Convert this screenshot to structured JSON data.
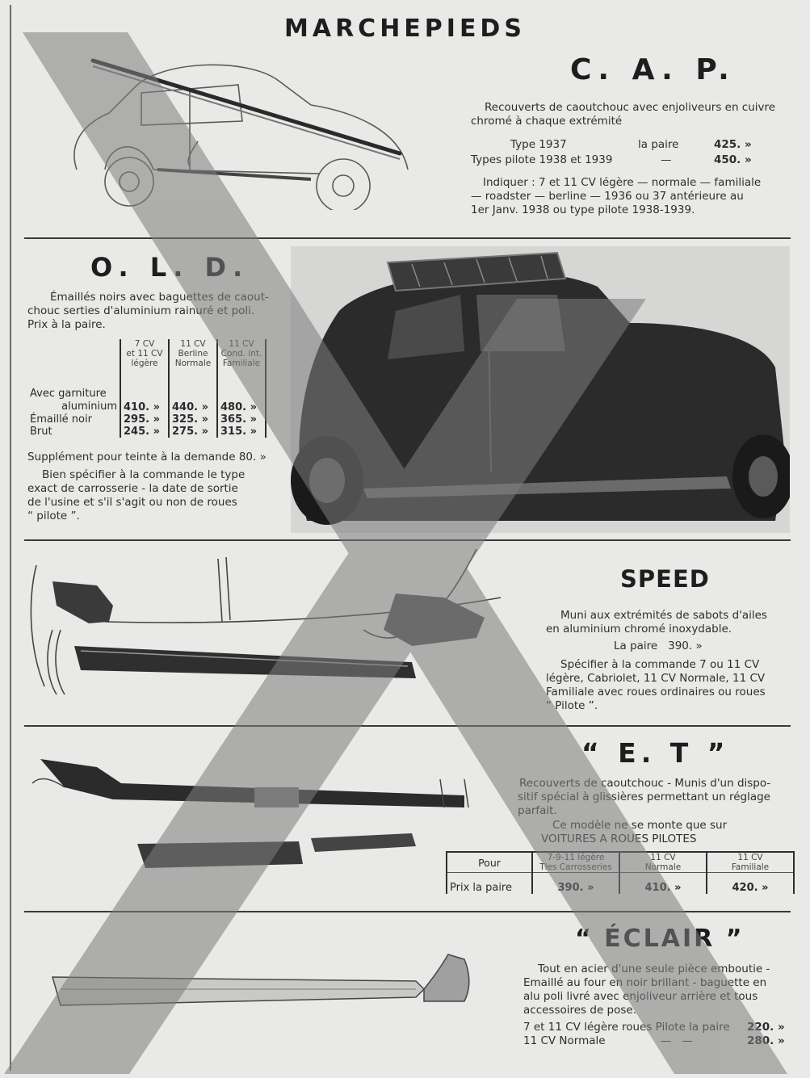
{
  "page_title": "MARCHEPIEDS",
  "cap": {
    "title": "C. A. P.",
    "desc": [
      "Recouverts de caoutchouc avec enjoliveurs en cuivre",
      "chromé à chaque extrémité"
    ],
    "rows": [
      {
        "label": "Type 1937",
        "unit": "la paire",
        "price": "425. »"
      },
      {
        "label": "Types pilote 1938 et 1939",
        "unit": "—",
        "price": "450. »"
      }
    ],
    "note": [
      "Indiquer : 7 et 11 CV légère — normale — familiale",
      "— roadster — berline — 1936 ou 37 antérieure au",
      "1er Janv. 1938 ou type pilote 1938-1939."
    ]
  },
  "old": {
    "title": "O. L. D.",
    "desc": [
      "Émaillés noirs avec baguettes de caout-",
      "chouc serties d'aluminium rainuré et poli.",
      "Prix à la paire."
    ],
    "headers": [
      [
        "7 CV",
        "et 11 CV",
        "légère"
      ],
      [
        "11 CV",
        "Berline",
        "Normale"
      ],
      [
        "11 CV",
        "Cond. int.",
        "Familiale"
      ]
    ],
    "rows": [
      {
        "label": [
          "Avec garniture",
          "aluminium"
        ],
        "values": [
          "410. »",
          "440. »",
          "480. »"
        ]
      },
      {
        "label": [
          "Émaillé noir"
        ],
        "values": [
          "295. »",
          "325. »",
          "365. »"
        ]
      },
      {
        "label": [
          "Brut"
        ],
        "values": [
          "245. »",
          "275. »",
          "315. »"
        ]
      }
    ],
    "supplement": "Supplément pour teinte à la demande 80. »",
    "note": [
      "Bien spécifier à la commande le type",
      "exact de carrosserie - la date de sortie",
      "de l'usine et s'il s'agit ou non de roues",
      "“ pilote ”."
    ]
  },
  "speed": {
    "title": "SPEED",
    "desc": [
      "Muni aux extrémités de sabots d'ailes",
      "en aluminium chromé inoxydable."
    ],
    "price_line": "La paire   390. »",
    "note": [
      "Spécifier à la commande 7 ou 11 CV",
      "légère, Cabriolet, 11 CV Normale, 11 CV",
      "Familiale avec roues ordinaires ou roues",
      "“ Pilote ”."
    ]
  },
  "et": {
    "title": "“ E. T ”",
    "desc": [
      "Recouverts de caoutchouc - Munis d'un dispo-",
      "sitif spécial à glissières permettant un réglage",
      "parfait."
    ],
    "note": [
      "Ce modèle ne se monte que sur",
      "VOITURES A ROUES PILOTES"
    ],
    "table": {
      "corner": "Pour",
      "row_label": "Prix la paire",
      "headers": [
        [
          "7-9-11 légère",
          "Tles Carrosseries"
        ],
        [
          "11 CV",
          "Normale"
        ],
        [
          "11 CV",
          "Familiale"
        ]
      ],
      "values": [
        "390. »",
        "410. »",
        "420. »"
      ]
    }
  },
  "eclair": {
    "title": "“ ÉCLAIR ”",
    "desc": [
      "Tout en acier d'une seule pièce emboutie -",
      "Emaillé au four en noir brillant - baguette en",
      "alu poli livré avec enjoliveur arrière et tous",
      "accessoires de pose."
    ],
    "rows": [
      {
        "label": "7 et 11 CV légère roues Pilote la paire",
        "price": "220. »"
      },
      {
        "label": "11 CV Normale",
        "unit": "—   —",
        "price": "280. »"
      }
    ]
  }
}
